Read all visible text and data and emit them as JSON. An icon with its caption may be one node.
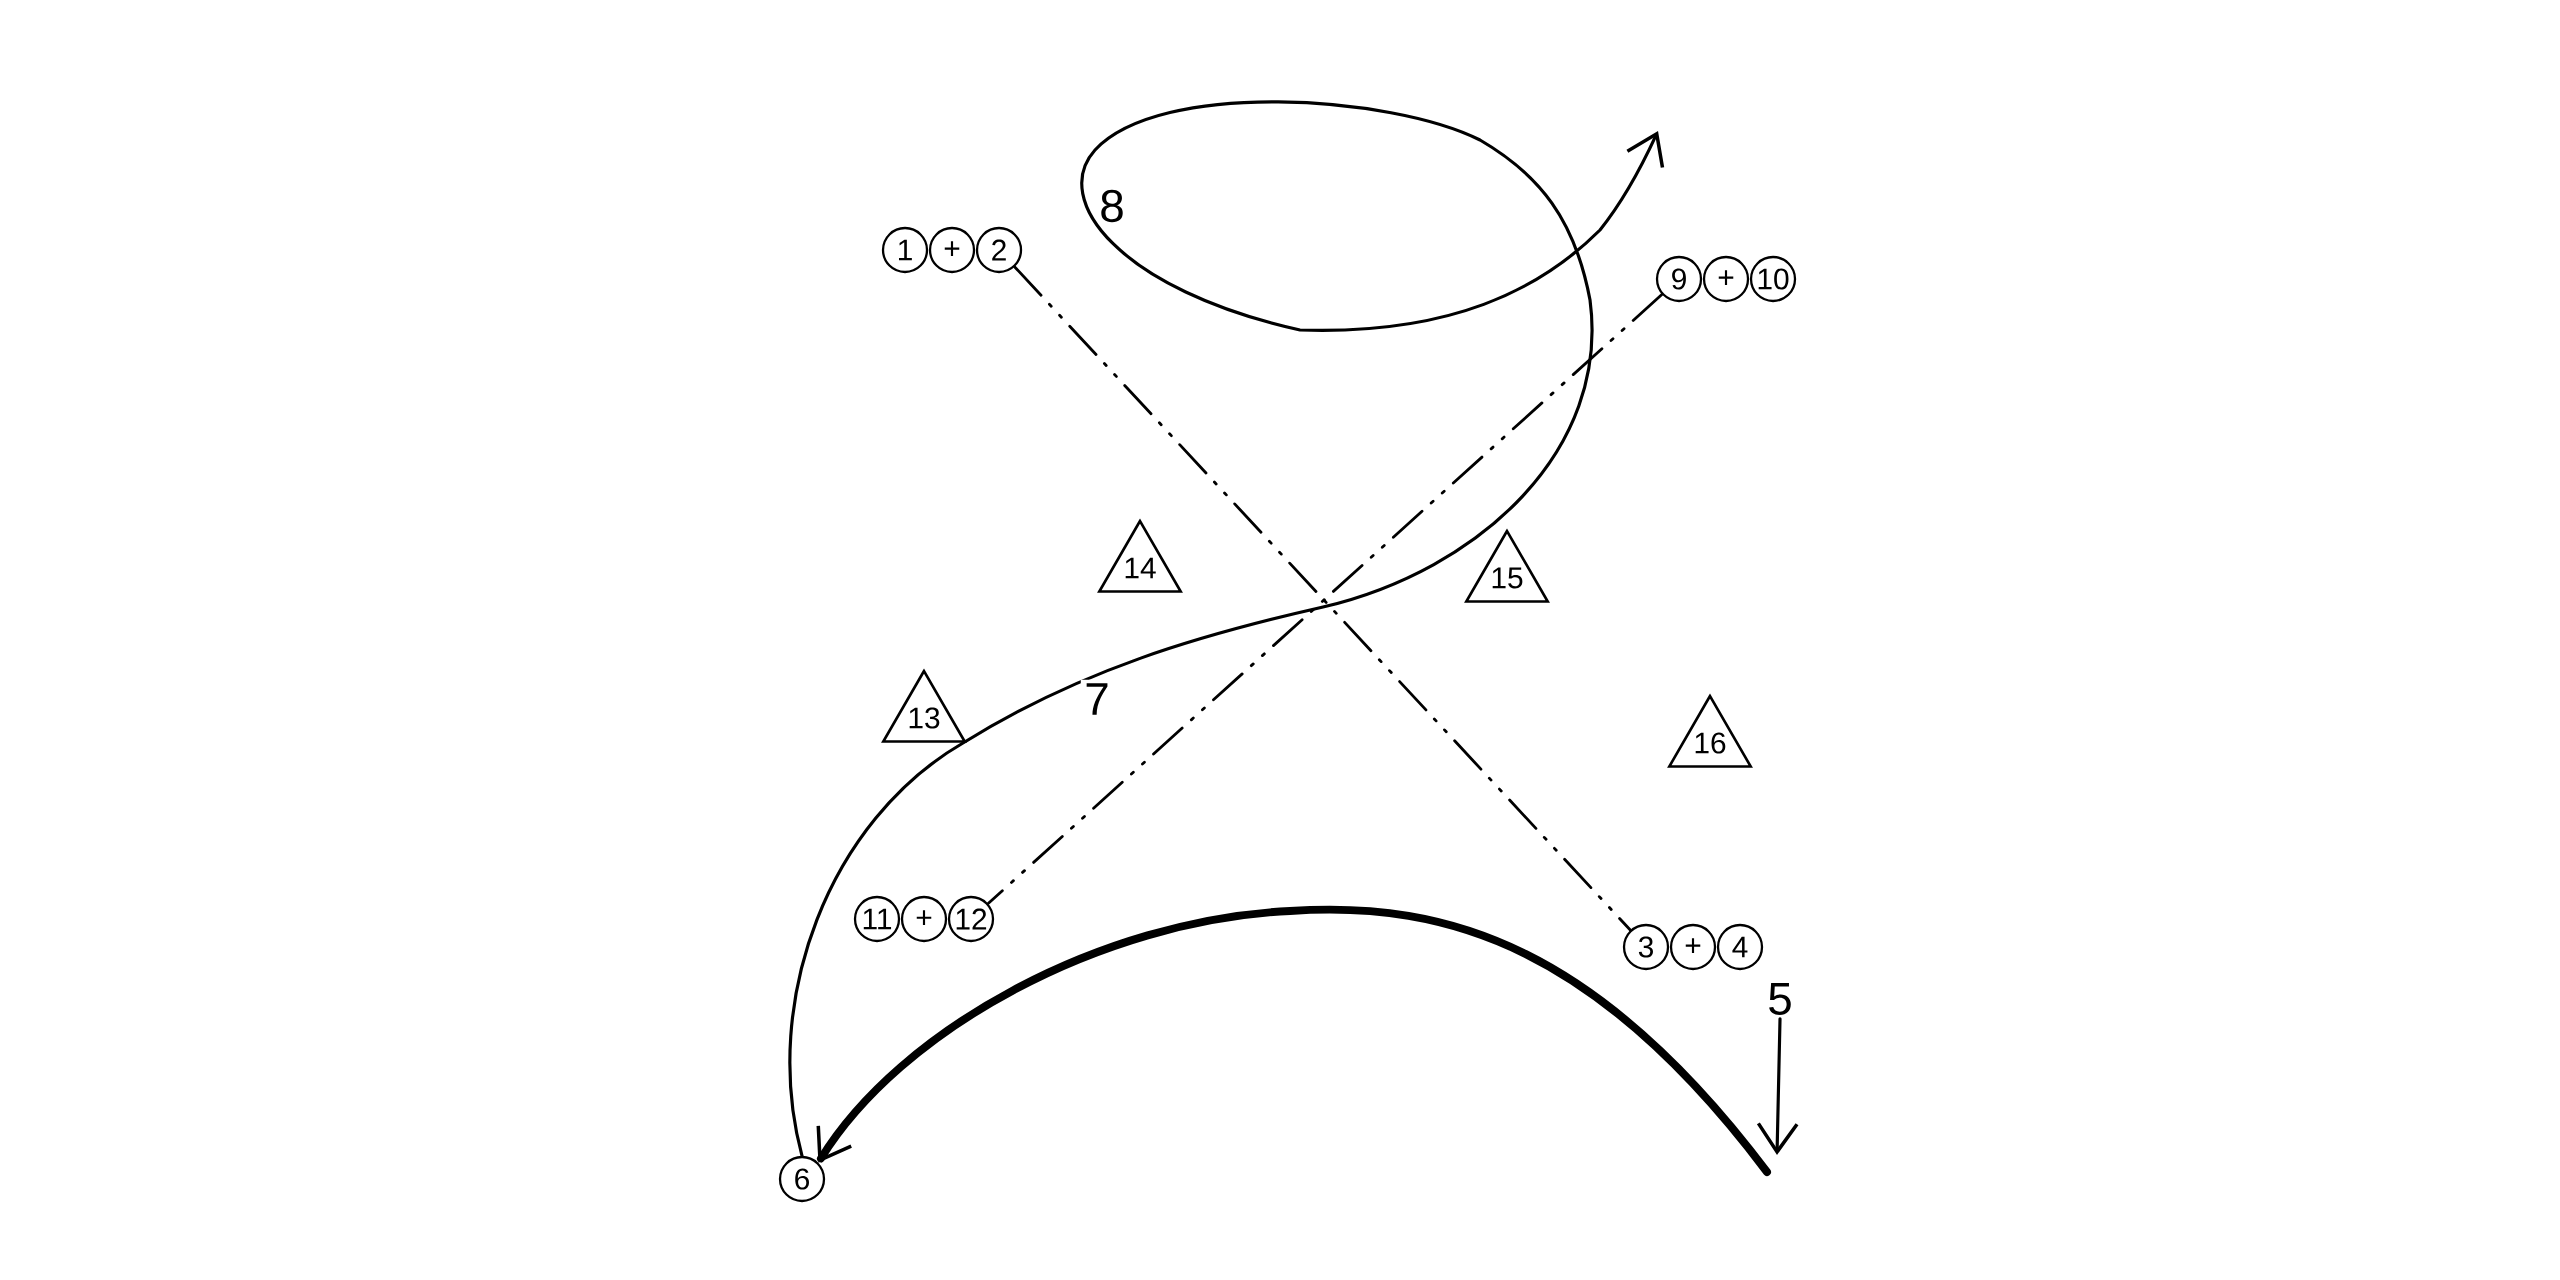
{
  "diagram": {
    "nodes": [
      {
        "text": [
          "1"
        ]
      },
      {
        "text": [
          "+"
        ]
      },
      {
        "text": [
          "2"
        ]
      },
      {
        "text": [
          "9"
        ]
      },
      {
        "text": [
          "+"
        ]
      },
      {
        "text": [
          "10"
        ]
      },
      {
        "text": [
          "14"
        ]
      },
      {
        "text": [
          "15"
        ]
      },
      {
        "text": [
          "13"
        ]
      },
      {
        "text": [
          "16"
        ]
      },
      {
        "text": [
          "11"
        ]
      },
      {
        "text": [
          "+"
        ]
      },
      {
        "text": [
          "12"
        ]
      },
      {
        "text": [
          "3"
        ]
      },
      {
        "text": [
          "+"
        ]
      },
      {
        "text": [
          "4"
        ]
      },
      {
        "text": [
          "5"
        ]
      },
      {
        "text": [
          "6"
        ]
      }
    ],
    "edges": [
      {
        "from": 2,
        "to": 13,
        "arrow": "none",
        "style": "dashed"
      },
      {
        "from": 3,
        "to": 12,
        "arrow": "none",
        "style": "dashed"
      },
      {
        "from": null,
        "to": 17,
        "arrow": "to",
        "style": "thick"
      },
      {
        "from": 16,
        "to": null,
        "arrow": "to"
      },
      {
        "from": 17,
        "to": null,
        "arrow": "to",
        "label": "7"
      }
    ],
    "labels": [
      "8"
    ]
  }
}
